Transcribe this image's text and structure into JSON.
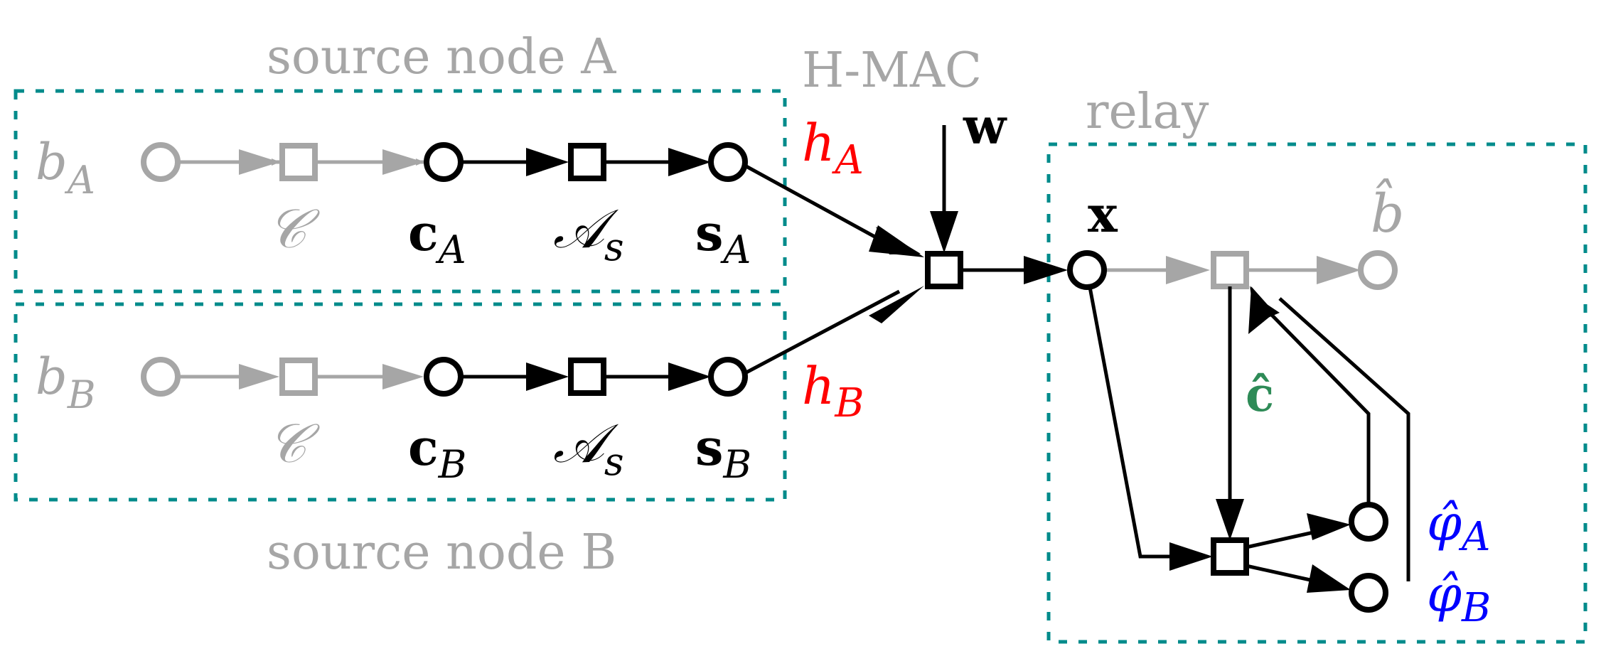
{
  "labels": {
    "source_a": "source node A",
    "source_b": "source node B",
    "hmac": "H-MAC",
    "relay": "relay"
  },
  "symbols": {
    "bA_base": "b",
    "bA_sub": "A",
    "bB_base": "b",
    "bB_sub": "B",
    "code_a": "𝒞",
    "code_b": "𝒞",
    "cA_base": "c",
    "cA_sub": "A",
    "cB_base": "c",
    "cB_sub": "B",
    "as_a_base": "𝒜",
    "as_a_sub": "s",
    "as_b_base": "𝒜",
    "as_b_sub": "s",
    "sA_base": "s",
    "sA_sub": "A",
    "sB_base": "s",
    "sB_sub": "B",
    "hA_base": "h",
    "hA_sub": "A",
    "hB_base": "h",
    "hB_sub": "B",
    "w": "w",
    "x": "x",
    "bhat": "b̂",
    "chat": "ĉ",
    "phiA_base": "φ̂",
    "phiA_sub": "A",
    "phiB_base": "φ̂",
    "phiB_sub": "B"
  },
  "colors": {
    "gray": "#a6a6a6",
    "black": "#000000",
    "teal": "#008b8b",
    "red": "#ff0000",
    "blue": "#0000ff",
    "green": "#2e8b57"
  }
}
